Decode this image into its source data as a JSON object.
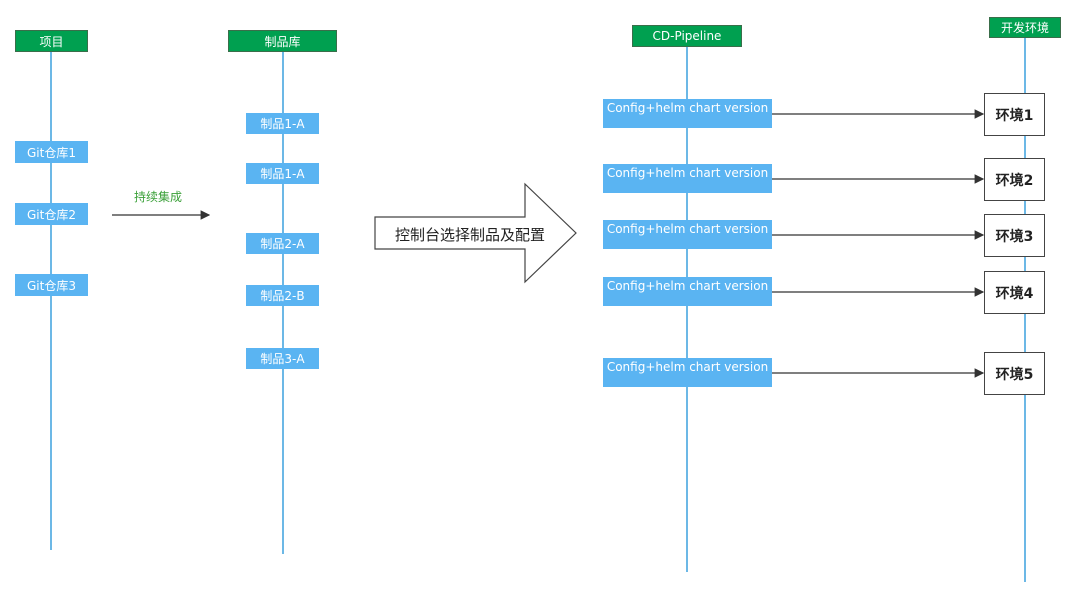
{
  "lanes": {
    "project": "项目",
    "artifacts": "制品库",
    "pipeline": "CD-Pipeline",
    "env": "开发环境"
  },
  "git_repos": [
    "Git仓库1",
    "Git仓库2",
    "Git仓库3"
  ],
  "ci_label": "持续集成",
  "artifacts": [
    "制品1-A",
    "制品1-A",
    "制品2-A",
    "制品2-B",
    "制品3-A"
  ],
  "console_label": "控制台选择制品及配置",
  "pipeline_items": [
    "Config+helm chart version",
    "Config+helm chart version",
    "Config+helm chart version",
    "Config+helm chart version",
    "Config+helm chart version"
  ],
  "environments": [
    "环境1",
    "环境2",
    "环境3",
    "环境4",
    "环境5"
  ],
  "colors": {
    "header_green": "#00a050",
    "box_blue": "#5ab4f2",
    "lane_line": "#6cb8e6",
    "ci_green": "#3aa038"
  }
}
